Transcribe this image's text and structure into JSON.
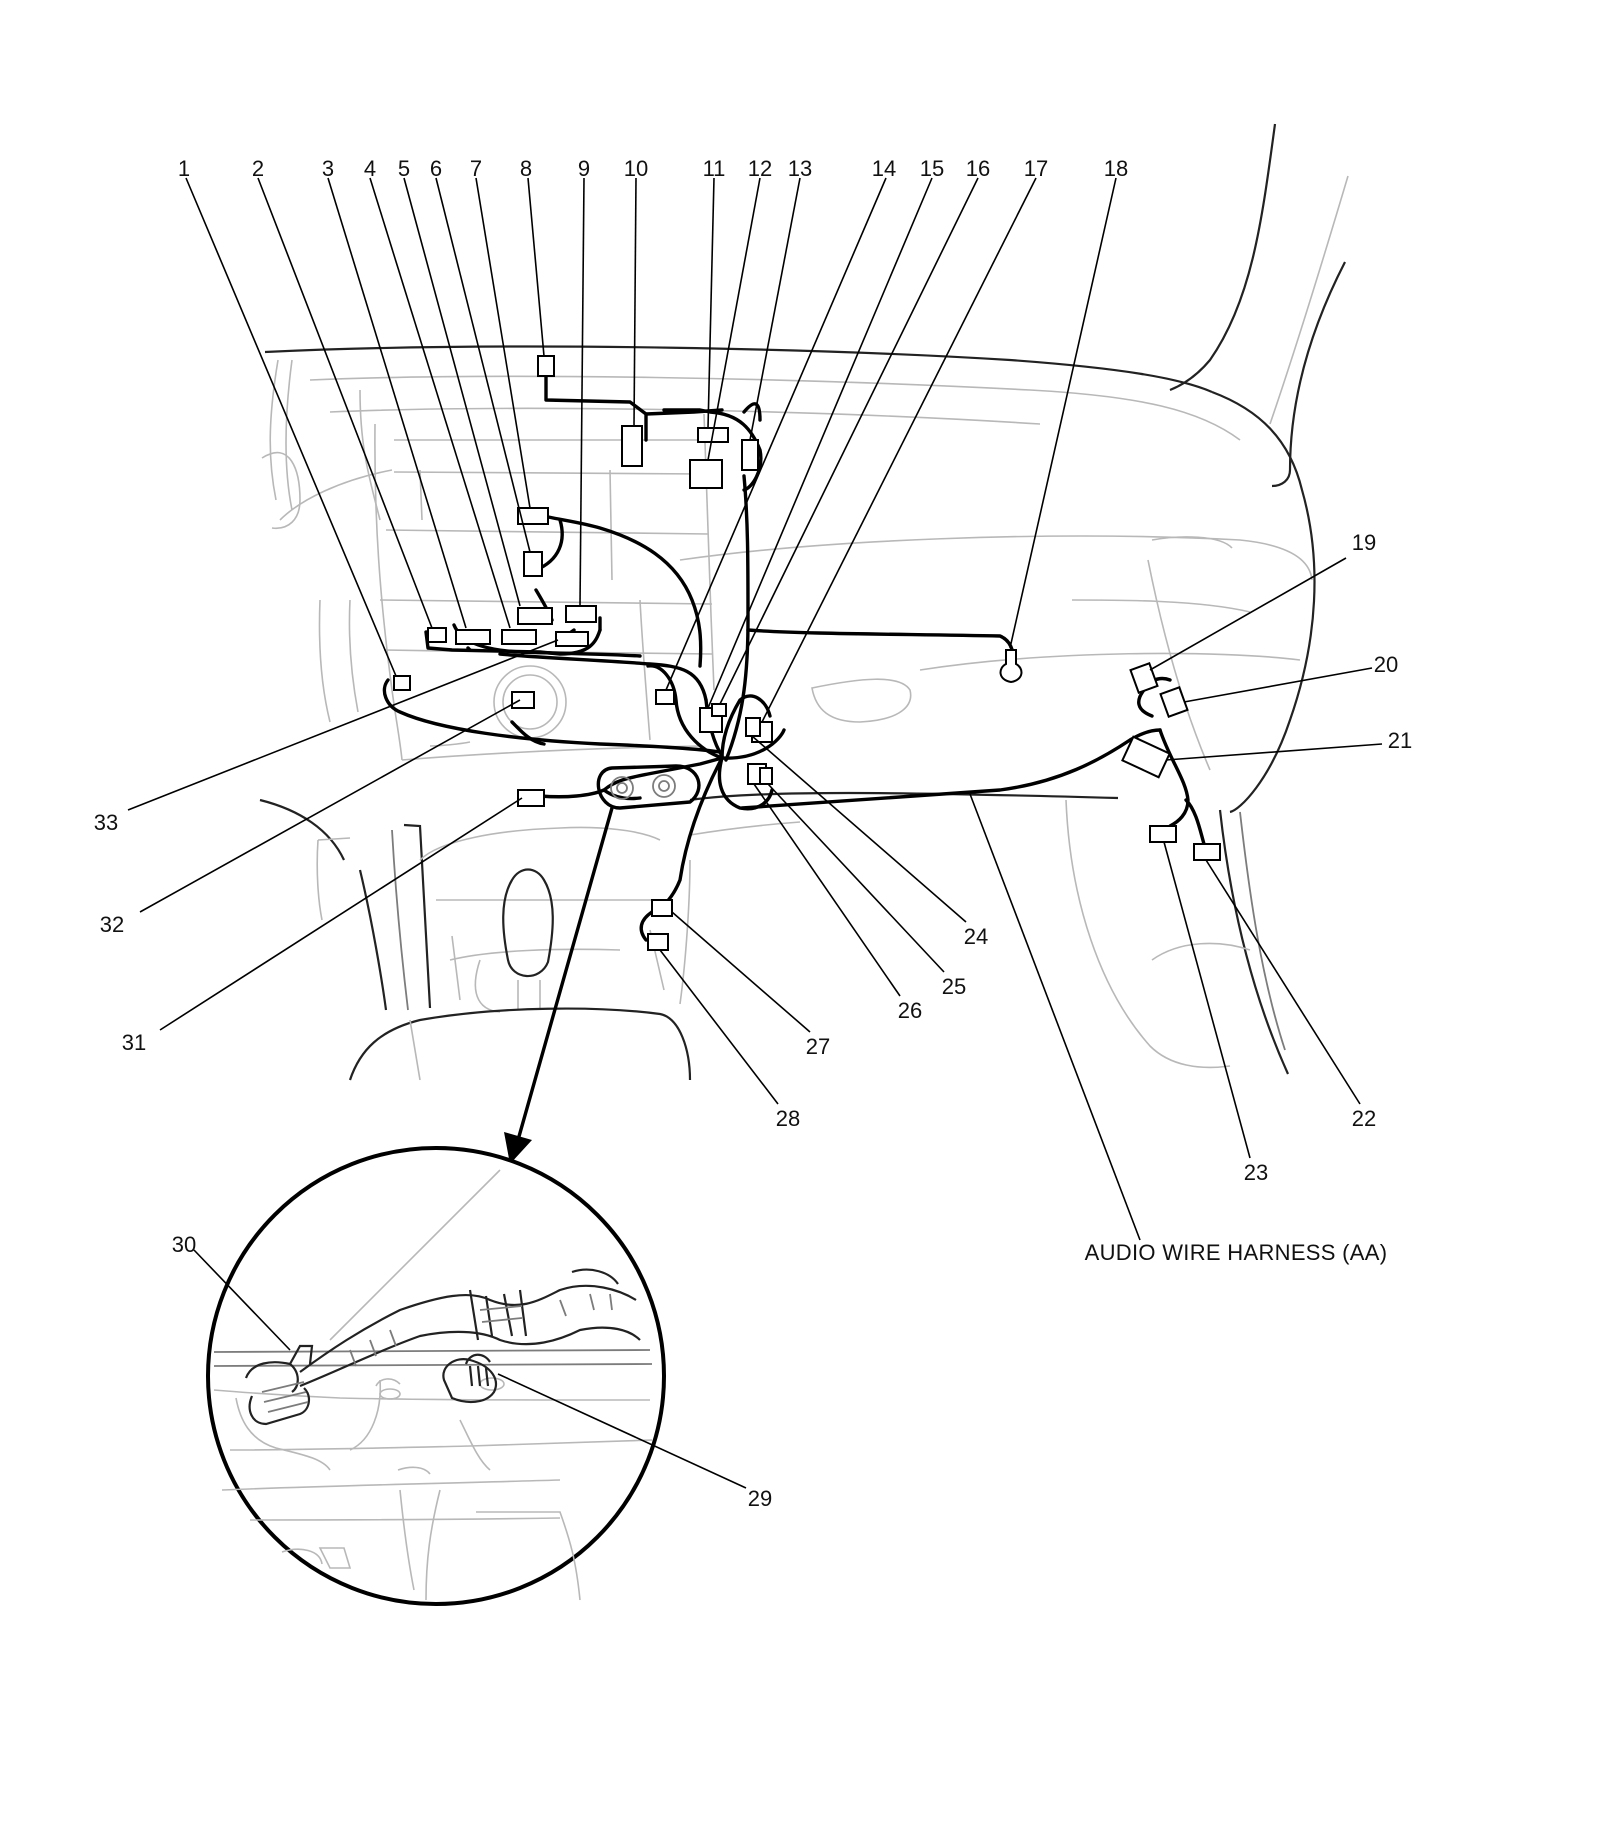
{
  "callouts": [
    {
      "id": "1",
      "text": "1"
    },
    {
      "id": "2",
      "text": "2"
    },
    {
      "id": "3",
      "text": "3"
    },
    {
      "id": "4",
      "text": "4"
    },
    {
      "id": "5",
      "text": "5"
    },
    {
      "id": "6",
      "text": "6"
    },
    {
      "id": "7",
      "text": "7"
    },
    {
      "id": "8",
      "text": "8"
    },
    {
      "id": "9",
      "text": "9"
    },
    {
      "id": "10",
      "text": "10"
    },
    {
      "id": "11",
      "text": "11"
    },
    {
      "id": "12",
      "text": "12"
    },
    {
      "id": "13",
      "text": "13"
    },
    {
      "id": "14",
      "text": "14"
    },
    {
      "id": "15",
      "text": "15"
    },
    {
      "id": "16",
      "text": "16"
    },
    {
      "id": "17",
      "text": "17"
    },
    {
      "id": "18",
      "text": "18"
    },
    {
      "id": "19",
      "text": "19"
    },
    {
      "id": "20",
      "text": "20"
    },
    {
      "id": "21",
      "text": "21"
    },
    {
      "id": "22",
      "text": "22"
    },
    {
      "id": "23",
      "text": "23"
    },
    {
      "id": "24",
      "text": "24"
    },
    {
      "id": "25",
      "text": "25"
    },
    {
      "id": "26",
      "text": "26"
    },
    {
      "id": "27",
      "text": "27"
    },
    {
      "id": "28",
      "text": "28"
    },
    {
      "id": "29",
      "text": "29"
    },
    {
      "id": "30",
      "text": "30"
    },
    {
      "id": "31",
      "text": "31"
    },
    {
      "id": "32",
      "text": "32"
    },
    {
      "id": "33",
      "text": "33"
    }
  ],
  "harness_label": "AUDIO WIRE HARNESS (AA)"
}
